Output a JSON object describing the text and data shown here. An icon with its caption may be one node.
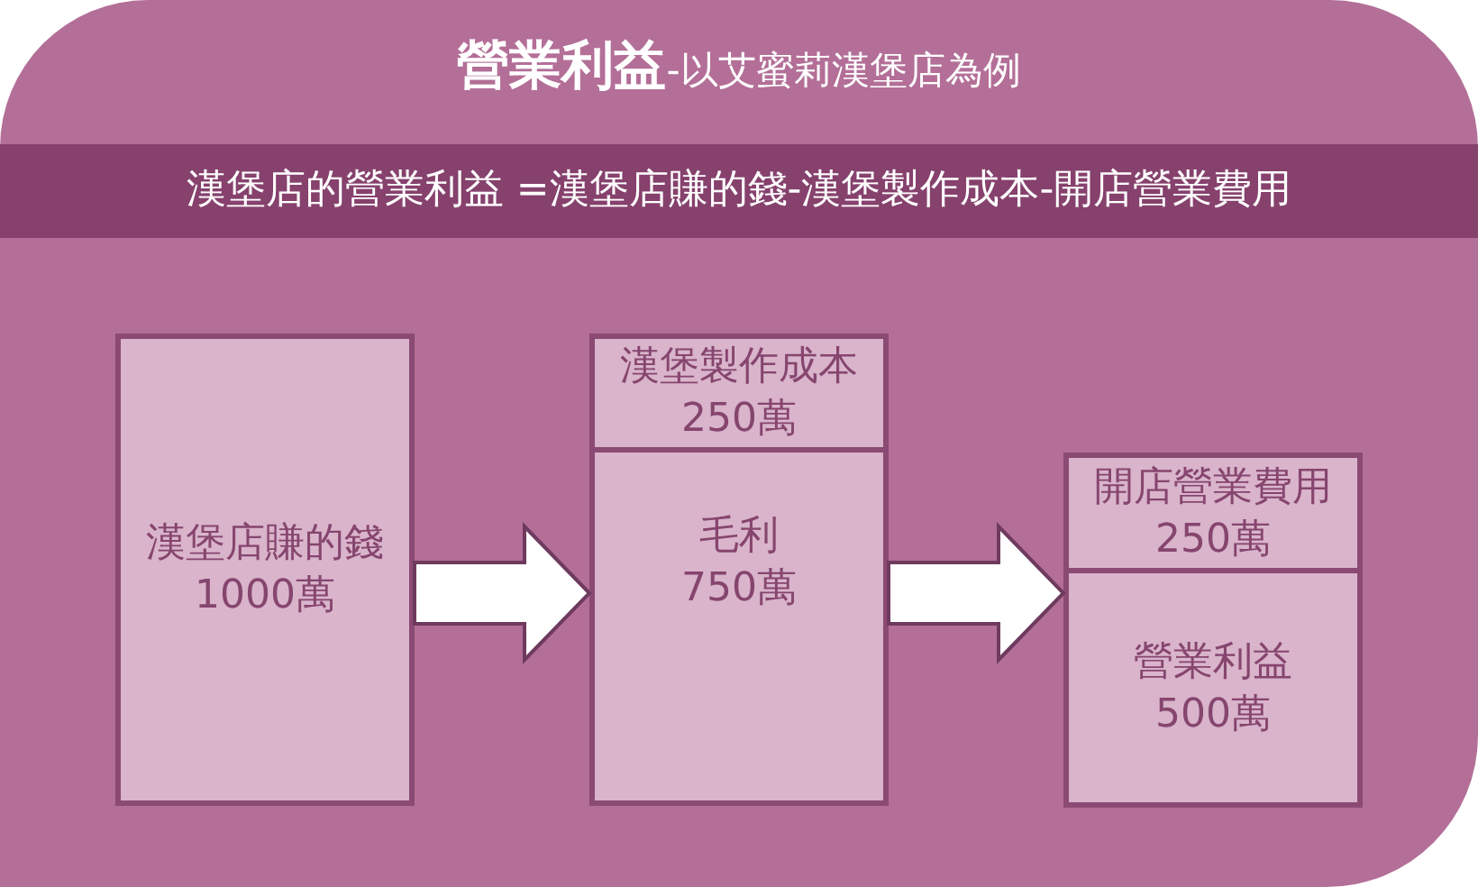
{
  "diagram": {
    "nodes": [
      {
        "text": [
          "**營業利益**-以艾蜜莉漢堡店為例"
        ]
      },
      {
        "text": [
          "漢堡店的營業利益 =漢堡店賺的錢-漢堡製作成本-開店營業費用"
        ],
        "in": 0
      },
      {
        "text": [
          "漢堡店賺的錢",
          "1000萬"
        ],
        "in": 0
      },
      {
        "text": [
          "漢堡製作成本",
          "250萬"
        ],
        "in": 0
      },
      {
        "text": [
          "毛利",
          "750萬"
        ],
        "in": 0
      },
      {
        "text": [
          "開店營業費用",
          "250萬"
        ],
        "in": 0
      },
      {
        "text": [
          "營業利益",
          "500萬"
        ],
        "in": 0
      }
    ],
    "edges": [
      {
        "from": 2,
        "to": 4,
        "arrow": "to"
      },
      {
        "from": 4,
        "to": 6,
        "arrow": "to"
      }
    ]
  }
}
